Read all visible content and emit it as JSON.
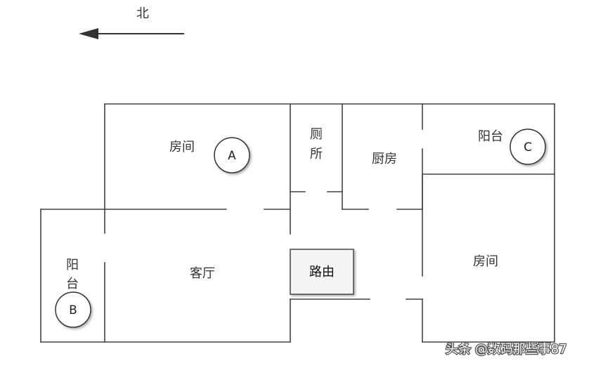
{
  "compass": {
    "north": "北"
  },
  "rooms": {
    "bedroom_a": "房间",
    "toilet_line1": "厕",
    "toilet_line2": "所",
    "kitchen": "厨房",
    "balcony_c": "阳台",
    "balcony_b_line1": "阳",
    "balcony_b_line2": "台",
    "living_room": "客厅",
    "bedroom_right": "房间"
  },
  "router": {
    "label": "路由"
  },
  "access_points": {
    "a": "A",
    "b": "B",
    "c": "C"
  },
  "watermark": {
    "text": "头条 @数码那些事87"
  },
  "colors": {
    "wall": "#444444",
    "circle_fill": "#ffffff",
    "router_fill": "#f4f4f4",
    "shadow": "#bdbdbd"
  }
}
